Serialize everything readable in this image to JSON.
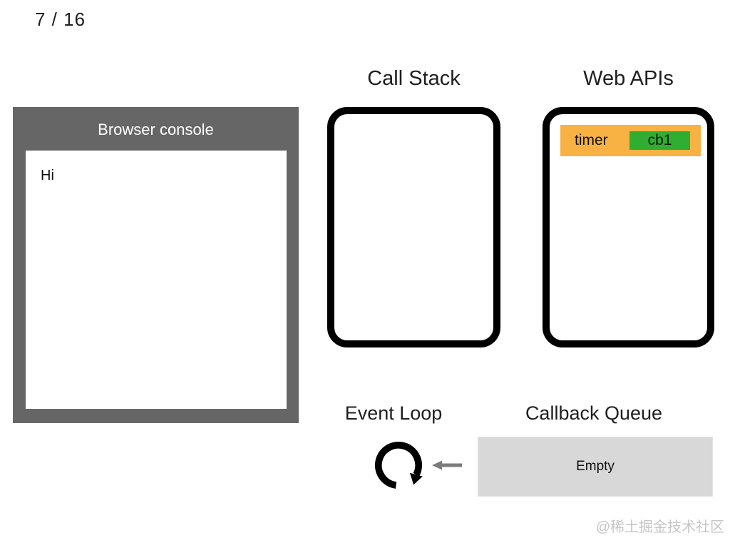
{
  "slide": {
    "counter": "7 / 16"
  },
  "browser_console": {
    "title": "Browser console",
    "lines": [
      "Hi"
    ]
  },
  "call_stack": {
    "title": "Call Stack"
  },
  "web_apis": {
    "title": "Web APIs",
    "items": [
      {
        "name": "timer",
        "callback": "cb1"
      }
    ]
  },
  "event_loop": {
    "title": "Event Loop"
  },
  "callback_queue": {
    "title": "Callback Queue",
    "state": "Empty"
  },
  "watermark": {
    "text": "@稀土掘金技术社区"
  },
  "colors": {
    "console_frame": "#666666",
    "timer_bg": "#f8b243",
    "callback_bg": "#2fae31",
    "queue_bg": "#d8d8d8",
    "arrow_gray": "#7b7b7b",
    "loop_icon": "#000000",
    "watermark_gray": "#c6c6c6"
  }
}
